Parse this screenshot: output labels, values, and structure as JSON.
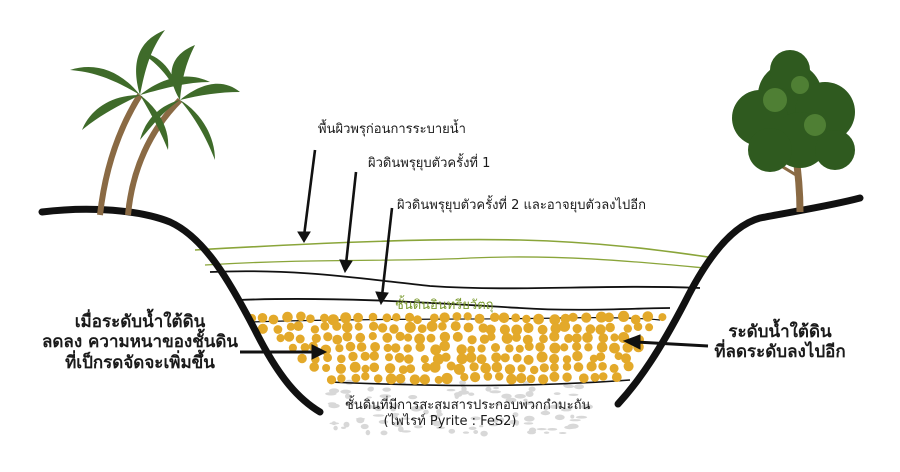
{
  "labels": {
    "surface_before_drainage": "พื้นผิวพรุก่อนการระบายน้ำ",
    "subsidence_1": "ผิวดินพรุยุบตัวครั้งที่ 1",
    "subsidence_2": "ผิวดินพรุยุบตัวครั้งที่ 2 และอาจยุบตัวลงไปอีก",
    "organic_layer": "ชั้นดินอินทรียวัตถุ",
    "left_note": [
      "เมื่อระดับน้ำใต้ดิน",
      "ลดลง ความหนาของชั้นดิน",
      "ที่เป็กรดจัดจะเพิ่มขึ้น"
    ],
    "right_note": [
      "ระดับน้ำใต้ดิน",
      "ที่ลดระดับลงไปอีก"
    ],
    "bottom_note": [
      "ชั้นดินที่มีการสะสมสารประกอบพวกกำมะถัน",
      "(ไพไรท์ Pyrite : FeS2)"
    ]
  },
  "colors": {
    "bank": "#111111",
    "original_surface": "#8aa53a",
    "organic_text": "#7a9a2e",
    "pyrite_dots": "#e3a92a",
    "palm_leaf": "#3f6b2a",
    "tree_leaf": "#2f5a1f",
    "trunk": "#8a6a44",
    "sulfur_speckle": "#d8d8d8"
  },
  "icons": {
    "left_tree": "palm-tree-icon",
    "right_tree": "broadleaf-tree-icon"
  }
}
